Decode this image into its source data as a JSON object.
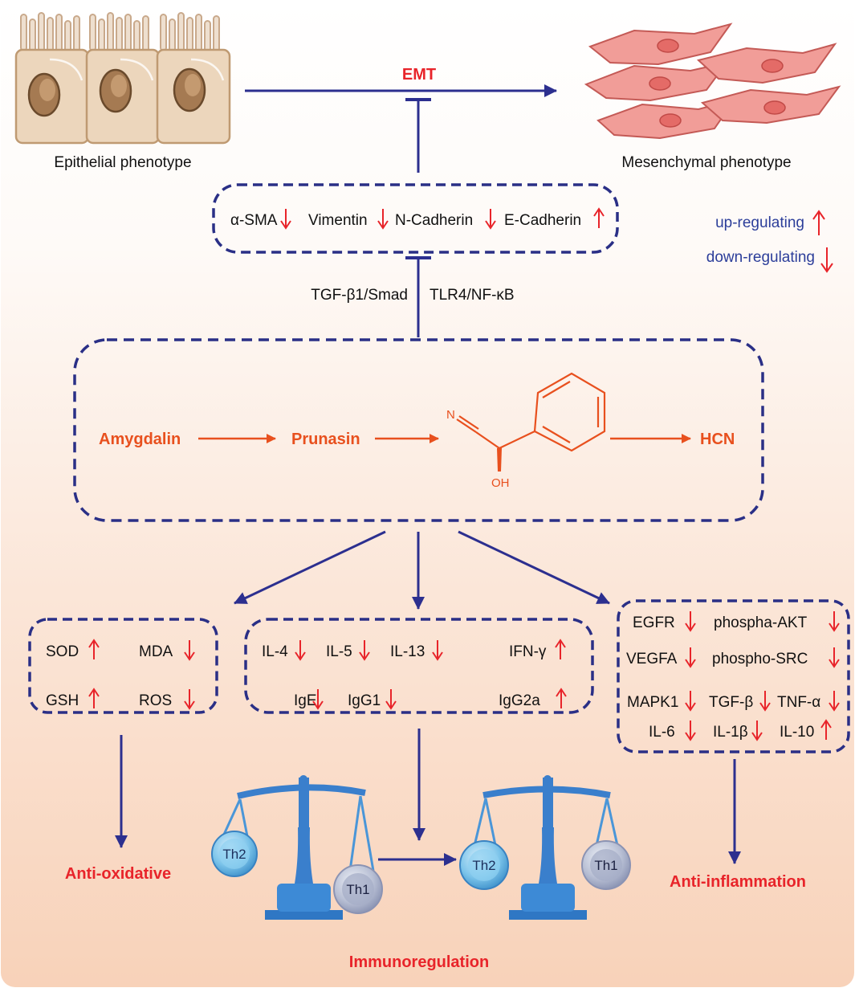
{
  "colors": {
    "accent_red": "#e8242a",
    "arrow_blue": "#2c2f8f",
    "pathway_orange": "#e8501e",
    "legend_blue": "#2c3e9a",
    "box_dash": "#2a2f86"
  },
  "emt": {
    "label": "EMT",
    "left_caption": "Epithelial phenotype",
    "right_caption": "Mesenchymal phenotype"
  },
  "markers": [
    {
      "name": "α-SMA",
      "dir": "down"
    },
    {
      "name": "Vimentin",
      "dir": "down"
    },
    {
      "name": "N-Cadherin",
      "dir": "down"
    },
    {
      "name": "E-Cadherin",
      "dir": "up"
    }
  ],
  "legend": {
    "up": "up-regulating",
    "down": "down-regulating"
  },
  "pathways": {
    "left": "TGF-β1/Smad",
    "right": "TLR4/NF-κB"
  },
  "metabolism": {
    "step1": "Amygdalin",
    "step2": "Prunasin",
    "product": "HCN",
    "mol_n": "N",
    "mol_oh": "OH"
  },
  "oxidative": {
    "items": [
      {
        "name": "SOD",
        "dir": "up"
      },
      {
        "name": "MDA",
        "dir": "down"
      },
      {
        "name": "GSH",
        "dir": "up"
      },
      {
        "name": "ROS",
        "dir": "down"
      }
    ],
    "outcome": "Anti-oxidative"
  },
  "immune": {
    "items": [
      {
        "name": "IL-4",
        "dir": "down"
      },
      {
        "name": "IL-5",
        "dir": "down"
      },
      {
        "name": "IL-13",
        "dir": "down"
      },
      {
        "name": "IFN-γ",
        "dir": "up"
      },
      {
        "name": "IgE",
        "dir": "down"
      },
      {
        "name": "IgG1",
        "dir": "down"
      },
      {
        "name": "IgG2a",
        "dir": "up"
      }
    ],
    "th2": "Th2",
    "th1": "Th1",
    "outcome": "Immunoregulation"
  },
  "inflammation": {
    "items": [
      {
        "name": "EGFR",
        "dir": "down"
      },
      {
        "name": "phospha-AKT",
        "dir": "down"
      },
      {
        "name": "VEGFA",
        "dir": "down"
      },
      {
        "name": "phospho-SRC",
        "dir": "down"
      },
      {
        "name": "MAPK1",
        "dir": "down"
      },
      {
        "name": "TGF-β",
        "dir": "down"
      },
      {
        "name": "TNF-α",
        "dir": "down"
      },
      {
        "name": "IL-6",
        "dir": "down"
      },
      {
        "name": "IL-1β",
        "dir": "down"
      },
      {
        "name": "IL-10",
        "dir": "up"
      }
    ],
    "outcome": "Anti-inflammation"
  }
}
